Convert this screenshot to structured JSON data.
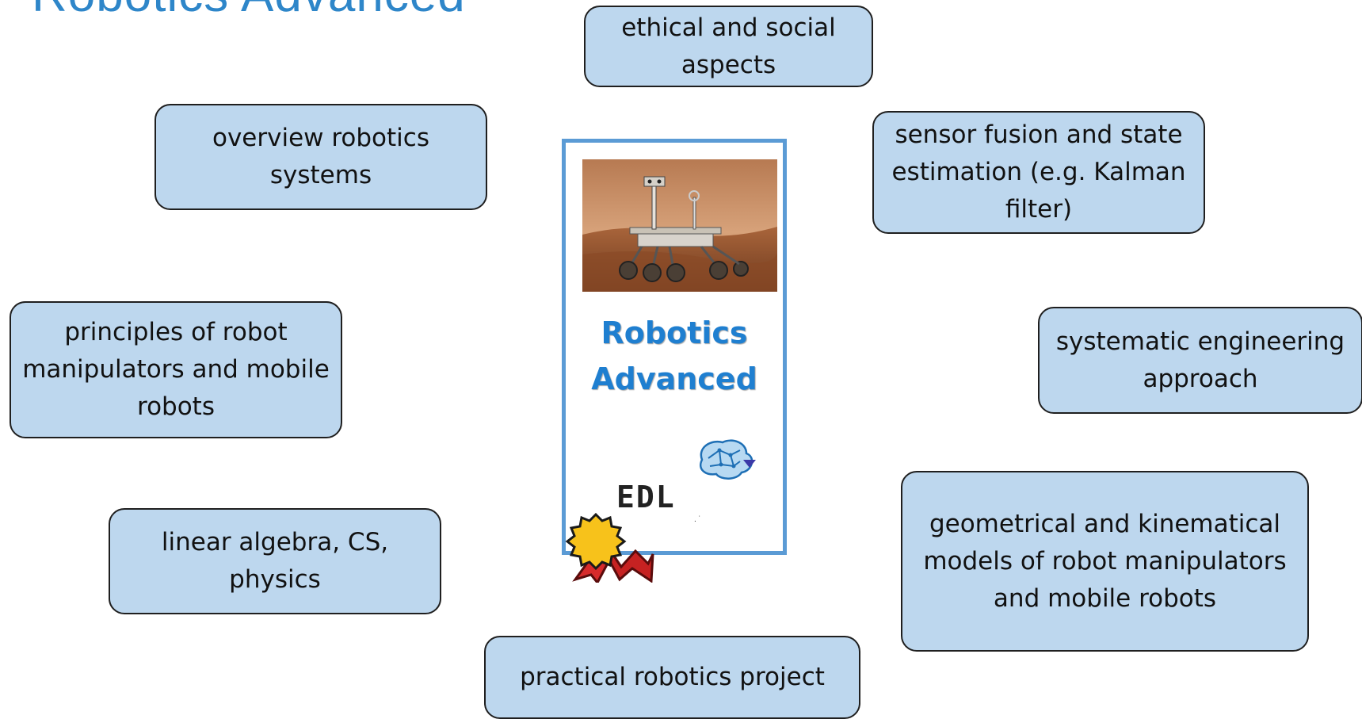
{
  "slide": {
    "title": "Robotics Advanced"
  },
  "card": {
    "title_line1": "Robotics",
    "title_line2": "Advanced",
    "logo_text": "EDL",
    "logo_dots": ". ˙",
    "photo_icon": "mars-rover-photo",
    "brain_icon": "brain-network-icon",
    "badge_icon": "award-ribbon-icon"
  },
  "topics": {
    "ethical": "ethical and social aspects",
    "overview": "overview robotics systems",
    "sensor": "sensor fusion and state estimation (e.g. Kalman filter)",
    "principles": "principles of robot manipulators and mobile robots",
    "systematic": "systematic engineering approach",
    "geometric": "geometrical and kinematical models of robot manipulators and mobile robots",
    "linear": "linear algebra, CS, physics",
    "practical": "practical robotics project"
  },
  "colors": {
    "box_fill": "#bdd7ee",
    "box_border": "#1f1f1f",
    "accent": "#2e86c9",
    "card_border": "#5b9bd5"
  }
}
